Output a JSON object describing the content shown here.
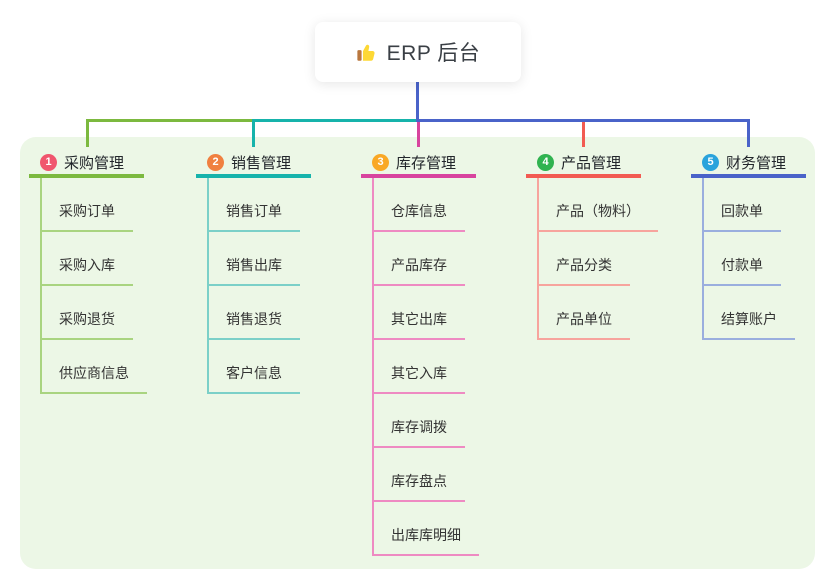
{
  "root": {
    "label": "ERP 后台",
    "icon": "thumbs-up-icon"
  },
  "branches": [
    {
      "badge": "1",
      "label": "采购管理",
      "badge_color": "#f0566e",
      "line_color": "#7cb93f",
      "light_color": "#a9d480",
      "children": [
        "采购订单",
        "采购入库",
        "采购退货",
        "供应商信息"
      ]
    },
    {
      "badge": "2",
      "label": "销售管理",
      "badge_color": "#f08040",
      "line_color": "#16b3ab",
      "light_color": "#7bd0c8",
      "children": [
        "销售订单",
        "销售出库",
        "销售退货",
        "客户信息"
      ]
    },
    {
      "badge": "3",
      "label": "库存管理",
      "badge_color": "#f9a825",
      "line_color": "#d8449e",
      "light_color": "#ee8ac2",
      "children": [
        "仓库信息",
        "产品库存",
        "其它出库",
        "其它入库",
        "库存调拨",
        "库存盘点",
        "出库库明细"
      ]
    },
    {
      "badge": "4",
      "label": "产品管理",
      "badge_color": "#30b350",
      "line_color": "#f25b52",
      "light_color": "#f7a49d",
      "children": [
        "产品（物料）",
        "产品分类",
        "产品单位"
      ]
    },
    {
      "badge": "5",
      "label": "财务管理",
      "badge_color": "#29a3dc",
      "line_color": "#4a63c9",
      "light_color": "#9aaede",
      "children": [
        "回款单",
        "付款单",
        "结算账户"
      ]
    }
  ],
  "colors": {
    "panel_bg": "#ecf7e6",
    "root_connector": "#4a63c9",
    "canvas_bg": "#ffffff"
  }
}
